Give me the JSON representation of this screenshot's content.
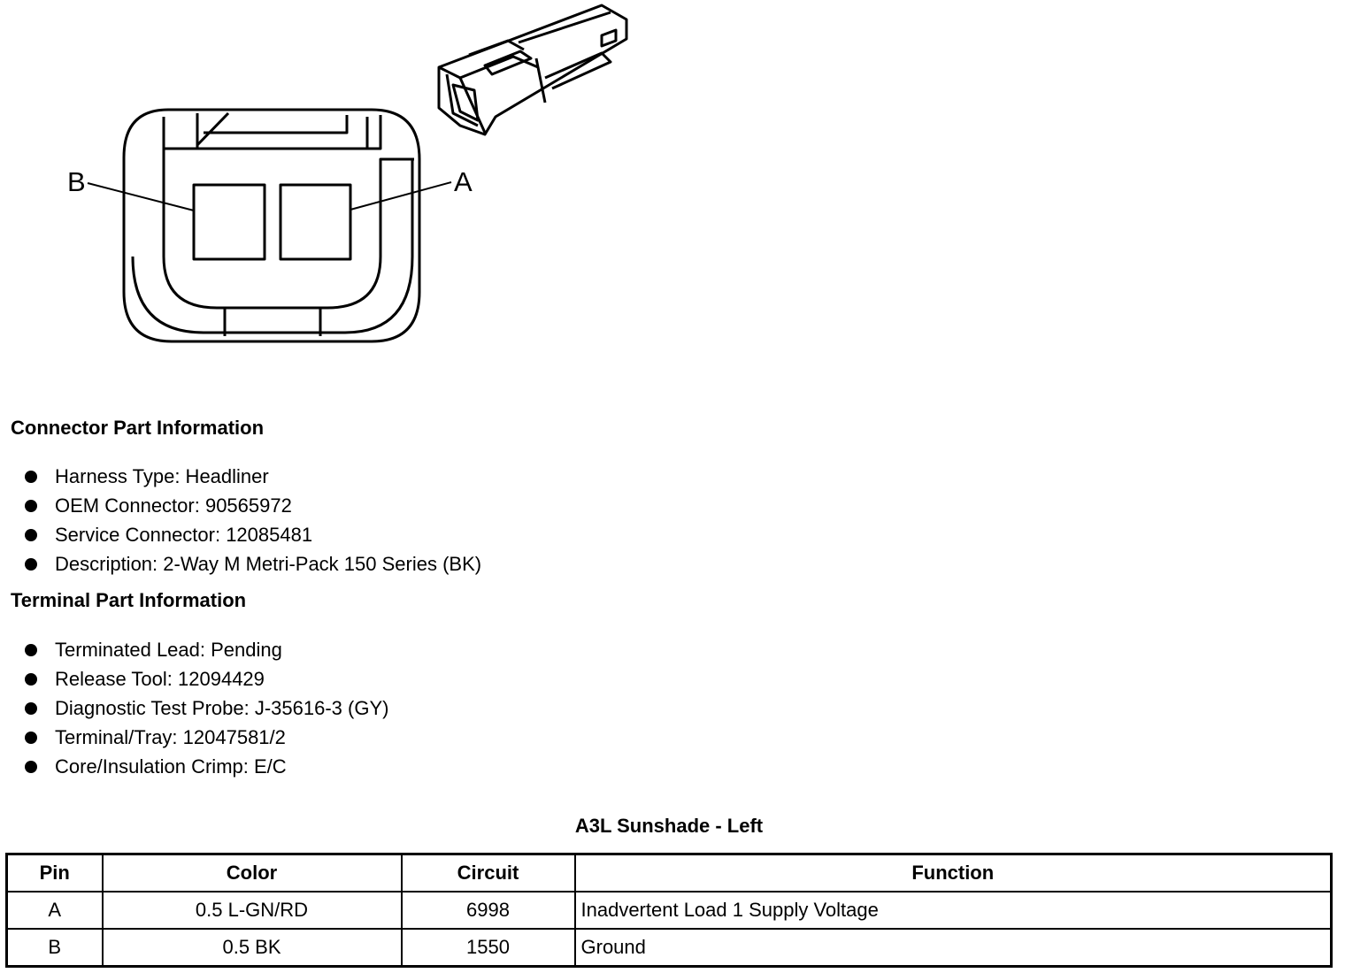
{
  "diagram": {
    "pin_labels": {
      "a": "A",
      "b": "B"
    }
  },
  "connector_info": {
    "heading": "Connector Part Information",
    "items": [
      "Harness Type: Headliner",
      "OEM Connector: 90565972",
      "Service Connector: 12085481",
      "Description: 2-Way M Metri-Pack 150 Series (BK)"
    ]
  },
  "terminal_info": {
    "heading": "Terminal Part Information",
    "items": [
      "Terminated Lead: Pending",
      "Release Tool: 12094429",
      "Diagnostic Test Probe: J-35616-3 (GY)",
      "Terminal/Tray: 12047581/2",
      "Core/Insulation Crimp: E/C"
    ]
  },
  "pin_table": {
    "title": "A3L Sunshade - Left",
    "headers": [
      "Pin",
      "Color",
      "Circuit",
      "Function"
    ],
    "rows": [
      [
        "A",
        "0.5 L-GN/RD",
        "6998",
        "Inadvertent Load 1 Supply Voltage"
      ],
      [
        "B",
        "0.5 BK",
        "1550",
        "Ground"
      ]
    ]
  }
}
